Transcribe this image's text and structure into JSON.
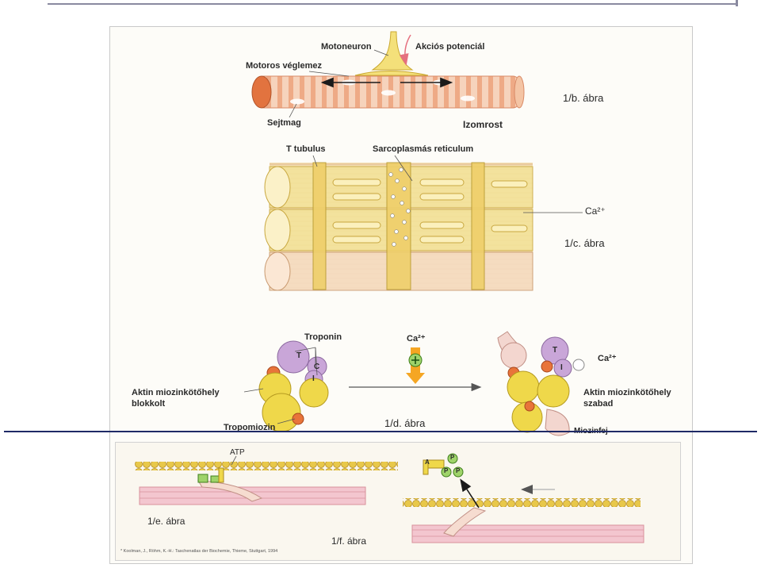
{
  "labels": {
    "motoneuron": "Motoneuron",
    "action_potential": "Akciós potenciál",
    "motor_endplate": "Motoros véglemez",
    "nucleus": "Sejtmag",
    "muscle_fiber": "Izomrost",
    "fig_1b": "1/b. ábra",
    "t_tubule": "T tubulus",
    "sarcoplasmic_reticulum": "Sarcoplasmás reticulum",
    "ca_ion_1c": "Ca²⁺",
    "fig_1c": "1/c. ábra",
    "troponin": "Troponin",
    "troponin_t": "T",
    "troponin_c": "C",
    "troponin_i": "I",
    "troponin_t_right": "T",
    "troponin_i_right": "I",
    "ca_ion_top": "Ca²⁺",
    "ca_ion_right": "Ca²⁺",
    "actin_blocked": "Aktin miozinkötőhely",
    "blocked": "blokkolt",
    "actin_free": "Aktin miozinkötőhely",
    "free": "szabad",
    "tropomyosin": "Tropomiozin",
    "myosin_head": "Miozinfej",
    "fig_1d": "1/d. ábra",
    "atp": "ATP",
    "fig_1e": "1/e. ábra",
    "fig_1f": "1/f. ábra",
    "adp_a": "A",
    "p_top": "P",
    "p_left": "P",
    "p_right": "P",
    "citation": "* Koolman, J., Röhm, K.-H.: Taschenatlas der Biochemie, Thieme, Stuttgart, 1994"
  },
  "colors": {
    "slide_line": "#8a8aa0",
    "divider": "#1f2a66",
    "muscle": "#f0bfa0",
    "muscle_stripe": "#e89a72",
    "sr_yellow": "#f3e08a",
    "troponin_purple": "#c9a6d8",
    "actin_yellow": "#efd84a",
    "orange_accent": "#e8743a",
    "pink_filament": "#f3c6cf",
    "arrow_orange": "#f5a623"
  }
}
